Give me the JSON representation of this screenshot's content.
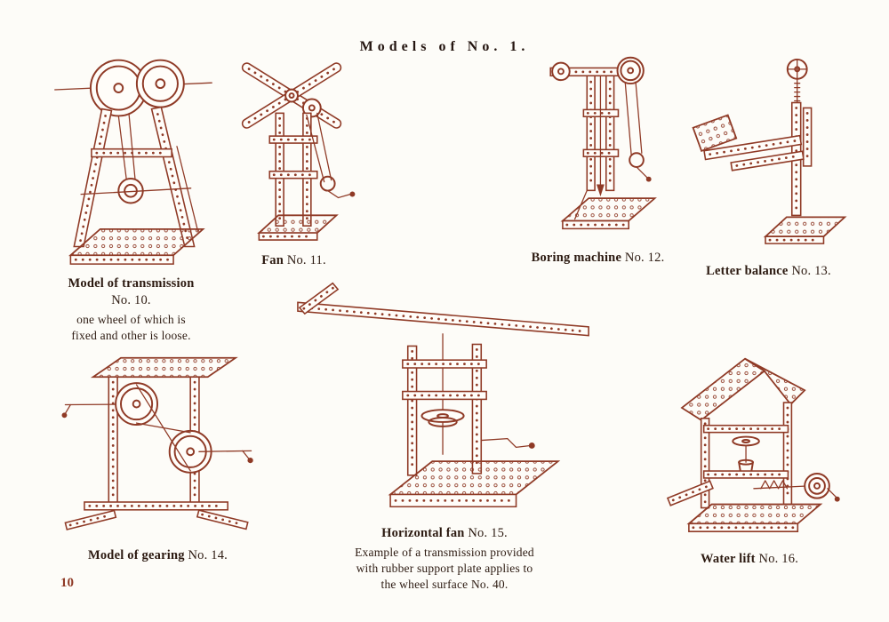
{
  "page": {
    "title": "Models of No. 1.",
    "page_number": "10"
  },
  "colors": {
    "ink": "#8f3a26",
    "text": "#2c1a11",
    "paper": "#fdfcf8"
  },
  "models": [
    {
      "id": "no10",
      "name": "Model of transmission",
      "number": "No. 10.",
      "description_lines": [
        "one wheel of which is",
        "fixed and other is loose."
      ]
    },
    {
      "id": "no11",
      "name": "Fan",
      "number": "No. 11."
    },
    {
      "id": "no12",
      "name": "Boring machine",
      "number": "No. 12."
    },
    {
      "id": "no13",
      "name": "Letter balance",
      "number": "No. 13."
    },
    {
      "id": "no14",
      "name": "Model of gearing",
      "number": "No. 14."
    },
    {
      "id": "no15",
      "name": "Horizontal fan",
      "number": "No. 15.",
      "description_lines": [
        "Example of a transmission provided",
        "with rubber support plate applies to",
        "the wheel surface No. 40."
      ]
    },
    {
      "id": "no16",
      "name": "Water lift",
      "number": "No. 16."
    }
  ]
}
